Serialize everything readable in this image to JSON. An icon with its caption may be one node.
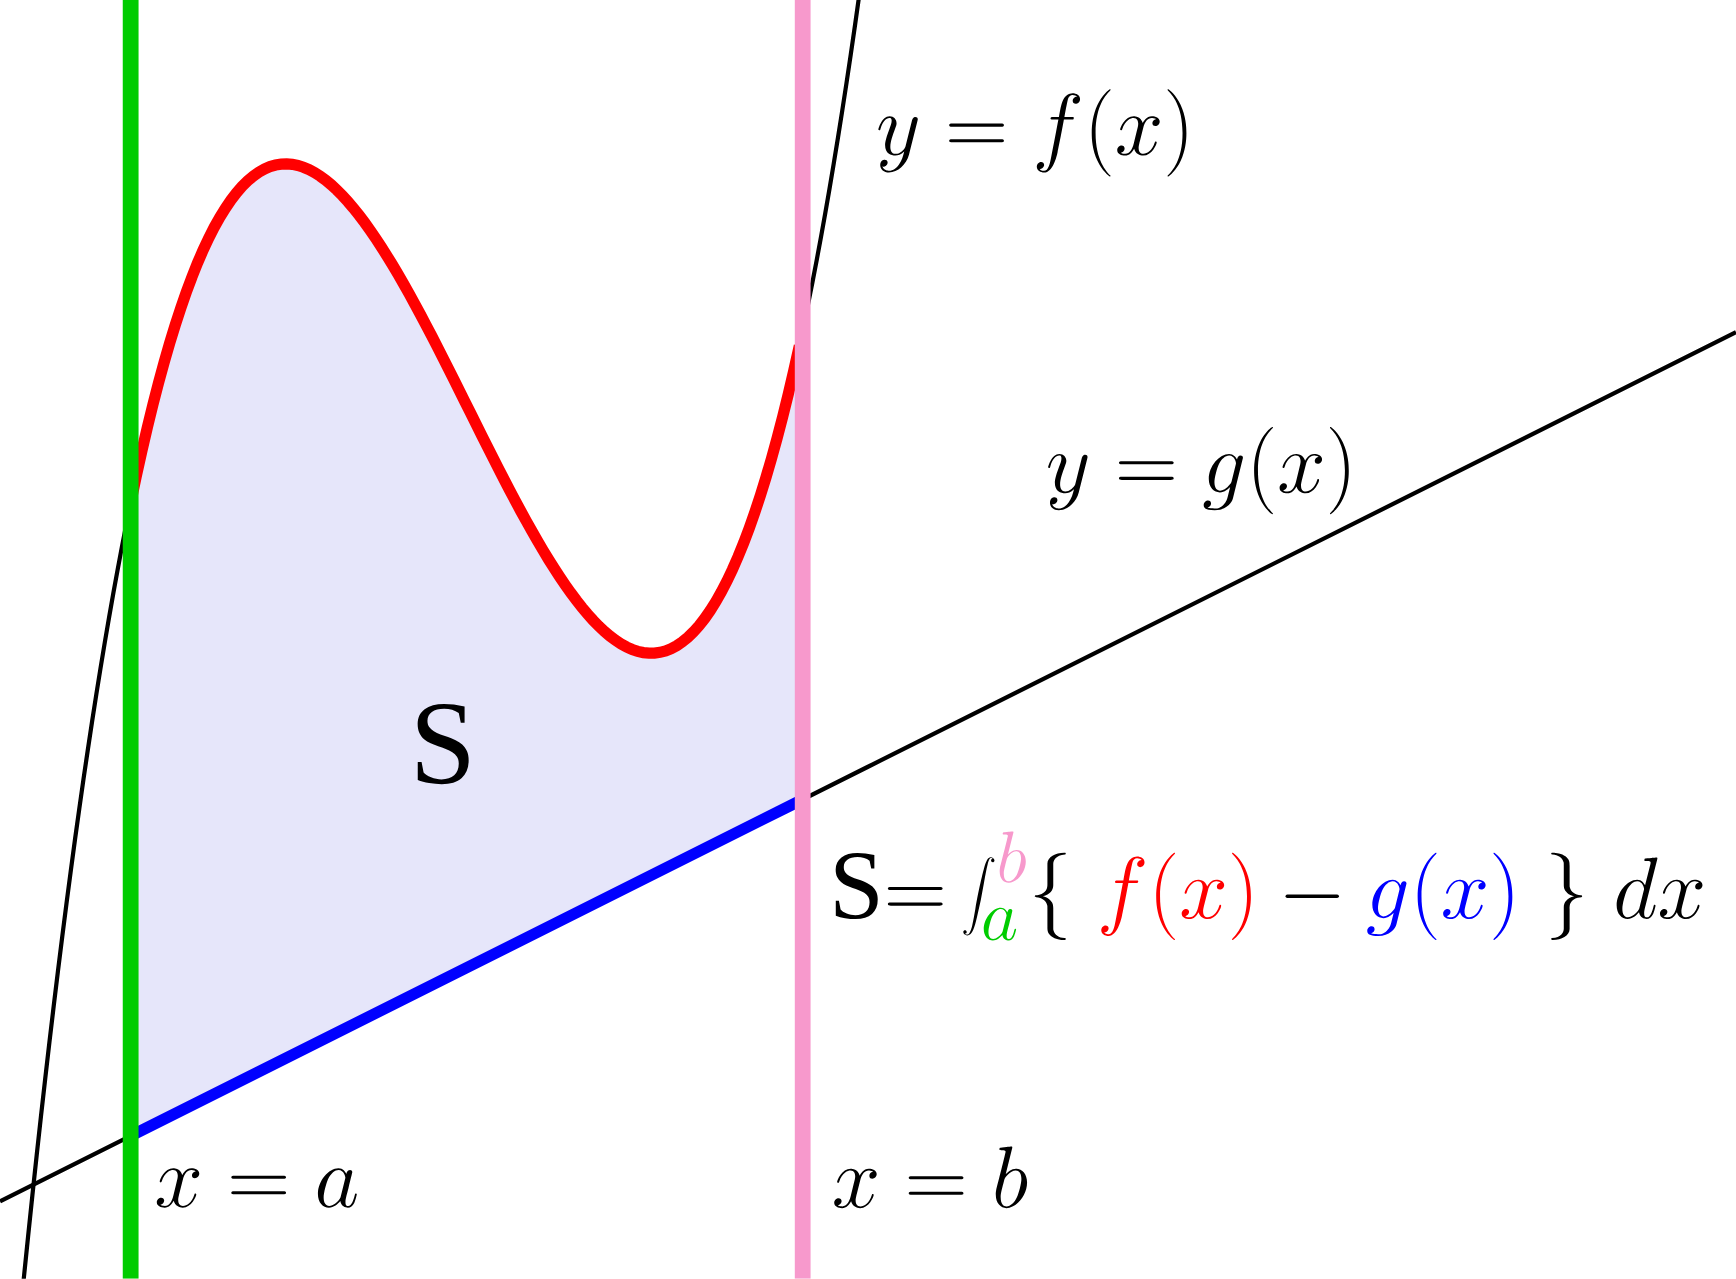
{
  "diagram": {
    "labels": [
      "y = f(x)",
      "y = g(x)",
      "S",
      "\\mathrm{S}{=}\\int_{\\textcolor[HTML]{00CC00}{a}}^{\\textcolor[HTML]{F799CC}{b}}\\{\\ \\textcolor[HTML]{FF0000}{f(x)}-\\textcolor[HTML]{0000FF}{g(x)}\\ \\}\\ dx",
      "x = a",
      "x = b"
    ]
  }
}
